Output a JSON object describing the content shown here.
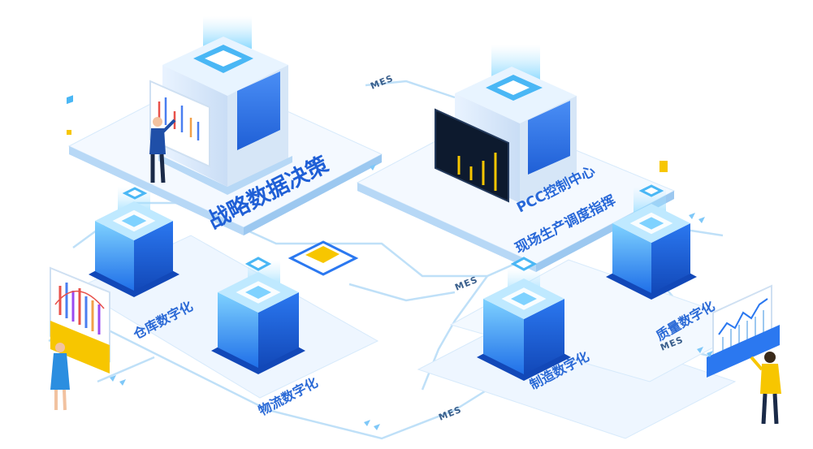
{
  "labels": {
    "strategy": "战略数据决策",
    "pcc": "PCC控制中心",
    "dispatch": "现场生产调度指挥",
    "warehouse": "仓库数字化",
    "logistics": "物流数字化",
    "manufacturing": "制造数字化",
    "quality": "质量数字化",
    "mes_1": "MES",
    "mes_2": "MES",
    "mes_3": "MES",
    "mes_4": "MES"
  },
  "colors": {
    "primary_blue": "#2b78f0",
    "light_blue": "#dff0ff",
    "platform": "#f3f9ff",
    "accent_yellow": "#f7c600",
    "text_blue": "#1f5fd6"
  }
}
